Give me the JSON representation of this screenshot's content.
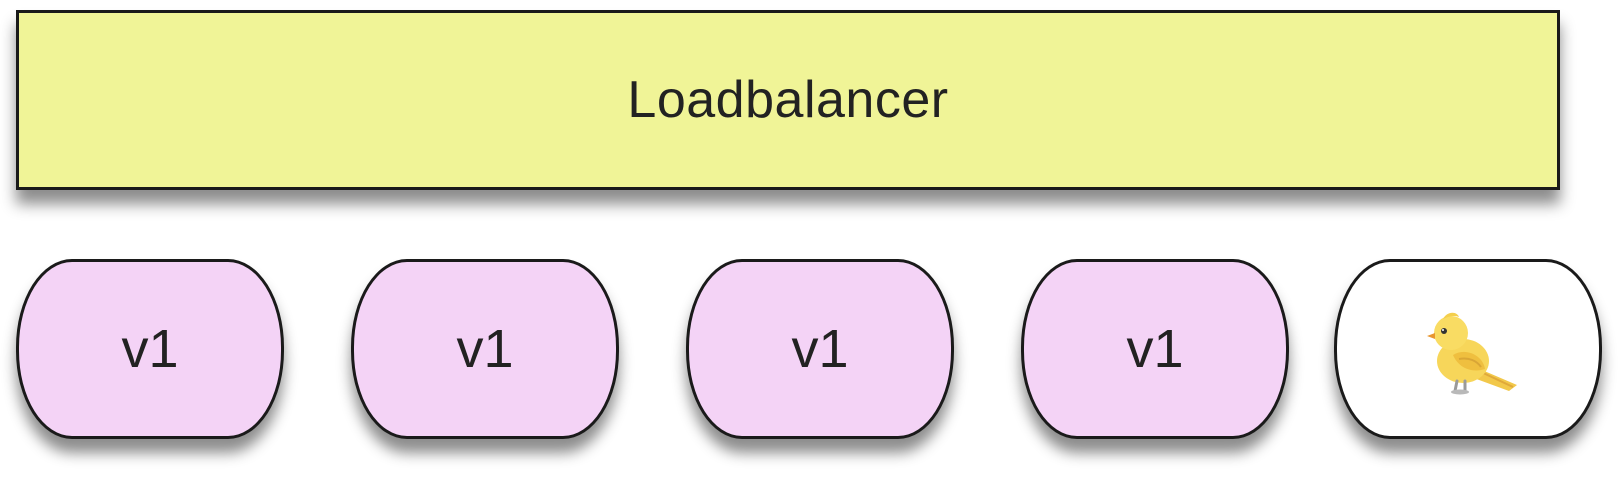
{
  "colors": {
    "loadbalancer_fill": "#f0f497",
    "v1_fill": "#f4d3f6",
    "canary_fill": "#ffffff",
    "border": "#1a1a1a"
  },
  "loadbalancer": {
    "label": "Loadbalancer"
  },
  "nodes": [
    {
      "label": "v1"
    },
    {
      "label": "v1"
    },
    {
      "label": "v1"
    },
    {
      "label": "v1"
    },
    {
      "icon": "canary-bird-icon"
    }
  ]
}
